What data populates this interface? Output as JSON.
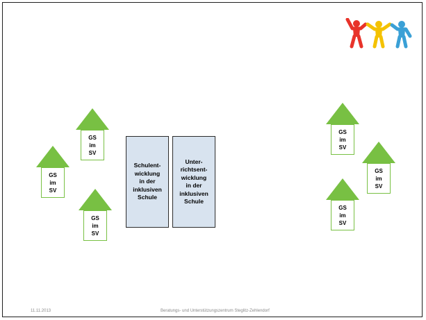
{
  "slide": {
    "arrow_label": "GS\nim\nSV",
    "box_left_text": "Schulent-\nwicklung\nin der\ninklusiven\nSchule",
    "box_right_text": "Unter-\nrichtsent-\nwicklung\nin der\ninklusiven\nSchule",
    "footer_date": "11.11.2013",
    "footer_center": "Beratungs- und Unterstützungszentrum Steglitz-Zehlendorf"
  },
  "colors": {
    "arrow_green": "#78c043",
    "box_fill": "#d8e3ef",
    "logo_red": "#e8332a",
    "logo_yellow": "#f4c200",
    "logo_blue": "#3aa0d6"
  },
  "icons": {
    "logo": "three-children-logo-icon"
  }
}
